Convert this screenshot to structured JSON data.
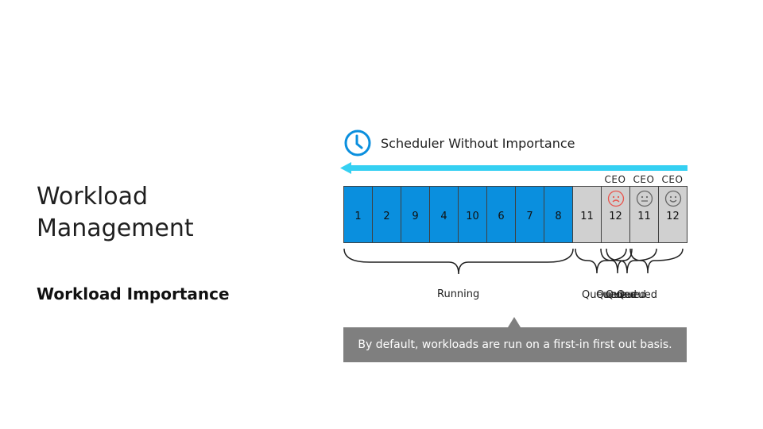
{
  "slide": {
    "title": "Workload Management",
    "subtitle": "Workload Importance"
  },
  "scheduler": {
    "label": "Scheduler Without Importance",
    "icon": "clock-icon",
    "accent_color": "#0a8fde",
    "arrow_color": "#35d0f2"
  },
  "queue": {
    "running_cells": [
      "1",
      "2",
      "9",
      "4",
      "10",
      "6",
      "7",
      "8"
    ],
    "queued_cells": [
      {
        "label": "11",
        "ceo": "",
        "face": ""
      },
      {
        "label": "12",
        "ceo": "CEO",
        "face": "sad-face-icon",
        "face_color": "#e8554e"
      },
      {
        "label": "11",
        "ceo": "CEO",
        "face": "neutral-face-icon",
        "face_color": "#666666"
      },
      {
        "label": "12",
        "ceo": "CEO",
        "face": "happy-face-icon",
        "face_color": "#666666"
      }
    ],
    "running_label": "Running",
    "queued_labels": [
      "Queued",
      "Queued",
      "Queued",
      "Queued"
    ]
  },
  "callout": {
    "text": "By default, workloads are run on a first-in first out basis."
  }
}
